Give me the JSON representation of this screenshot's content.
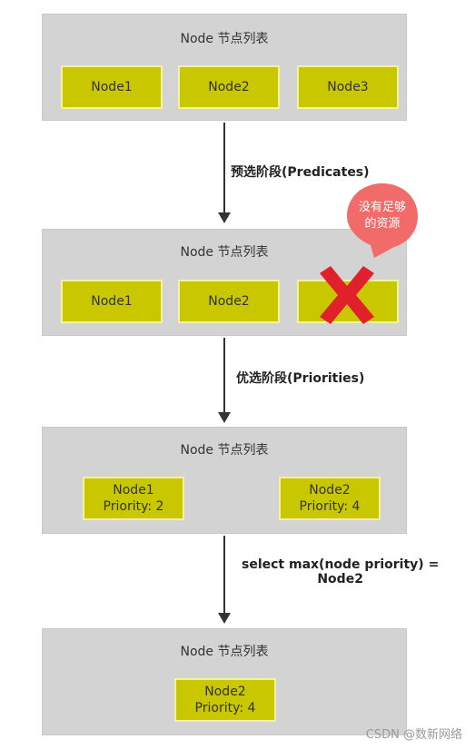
{
  "panel_title": "Node 节点列表",
  "stage1": {
    "nodes": [
      "Node1",
      "Node2",
      "Node3"
    ]
  },
  "arrow1_label": "预选阶段(Predicates)",
  "stage2": {
    "nodes": [
      "Node1",
      "Node2"
    ],
    "callout_line1": "没有足够",
    "callout_line2": "的资源"
  },
  "arrow2_label": "优选阶段(Priorities)",
  "stage3": {
    "node1": {
      "name": "Node1",
      "priority": "Priority: 2"
    },
    "node2": {
      "name": "Node2",
      "priority": "Priority: 4"
    }
  },
  "arrow3_label_line1": "select max(node priority) =",
  "arrow3_label_line2": "Node2",
  "stage4": {
    "node": {
      "name": "Node2",
      "priority": "Priority: 4"
    }
  },
  "watermark": "CSDN @数新网络",
  "colors": {
    "panel": "#d3d3d3",
    "node_fill": "#c9c800",
    "node_border": "#f2f2a0",
    "reject_x": "#e0202a",
    "callout": "#f26b6b"
  }
}
